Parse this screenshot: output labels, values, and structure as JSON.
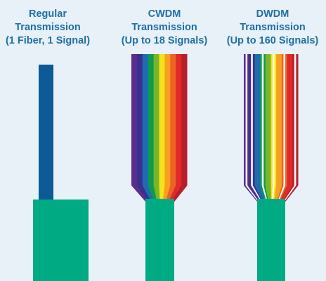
{
  "colors": {
    "background": "#e8f1f8",
    "heading": "#1e6fa6",
    "cable": "#00ab84",
    "single_signal": "#0c5a96",
    "spectrum": [
      "#5a2e8c",
      "#3a2f8f",
      "#1f6cb0",
      "#109a4e",
      "#78b62b",
      "#f5e21a",
      "#f6a11d",
      "#ec6326",
      "#df2a26",
      "#b81e2b"
    ]
  },
  "panels": [
    {
      "line1": "Regular",
      "line2": "Transmission",
      "line3": "(1 Fiber, 1 Signal)"
    },
    {
      "line1": "CWDM",
      "line2": "Transmission",
      "line3": "(Up to 18 Signals)"
    },
    {
      "line1": "DWDM",
      "line2": "Transmission",
      "line3": "(Up to 160 Signals)"
    }
  ]
}
